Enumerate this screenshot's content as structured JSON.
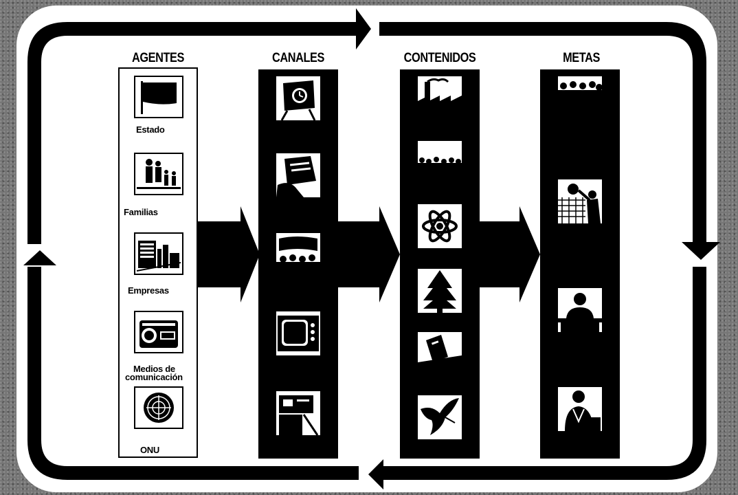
{
  "columns": {
    "agents": "AGENTES",
    "channels": "CANALES",
    "contents": "CONTENIDOS",
    "goals": "METAS"
  },
  "agents": [
    {
      "label": "Estado",
      "icon": "flag-icon"
    },
    {
      "label": "Familias",
      "icon": "family-icon"
    },
    {
      "label": "Empresas",
      "icon": "buildings-icon"
    },
    {
      "label": "Medios de",
      "label2": "comunicación",
      "icon": "radio-icon"
    },
    {
      "label": "ONU",
      "icon": "un-emblem-icon"
    }
  ],
  "channels": [
    {
      "icon": "easel-clock-icon"
    },
    {
      "icon": "writing-hand-icon"
    },
    {
      "icon": "crowd-banner-icon"
    },
    {
      "icon": "television-icon"
    },
    {
      "icon": "projector-icon"
    }
  ],
  "contents": [
    {
      "icon": "factory-icon"
    },
    {
      "icon": "crowd-icon"
    },
    {
      "icon": "atom-icon"
    },
    {
      "icon": "tree-icon"
    },
    {
      "icon": "ballot-box-icon"
    },
    {
      "icon": "dove-icon"
    }
  ],
  "goals": [
    {
      "icon": "group-people-icon"
    },
    {
      "icon": "volleyball-icon"
    },
    {
      "icon": "speaker-icon"
    },
    {
      "icon": "doctor-icon"
    }
  ],
  "colors": {
    "ink": "#000000",
    "paper": "#ffffff",
    "grain": "#767676"
  }
}
